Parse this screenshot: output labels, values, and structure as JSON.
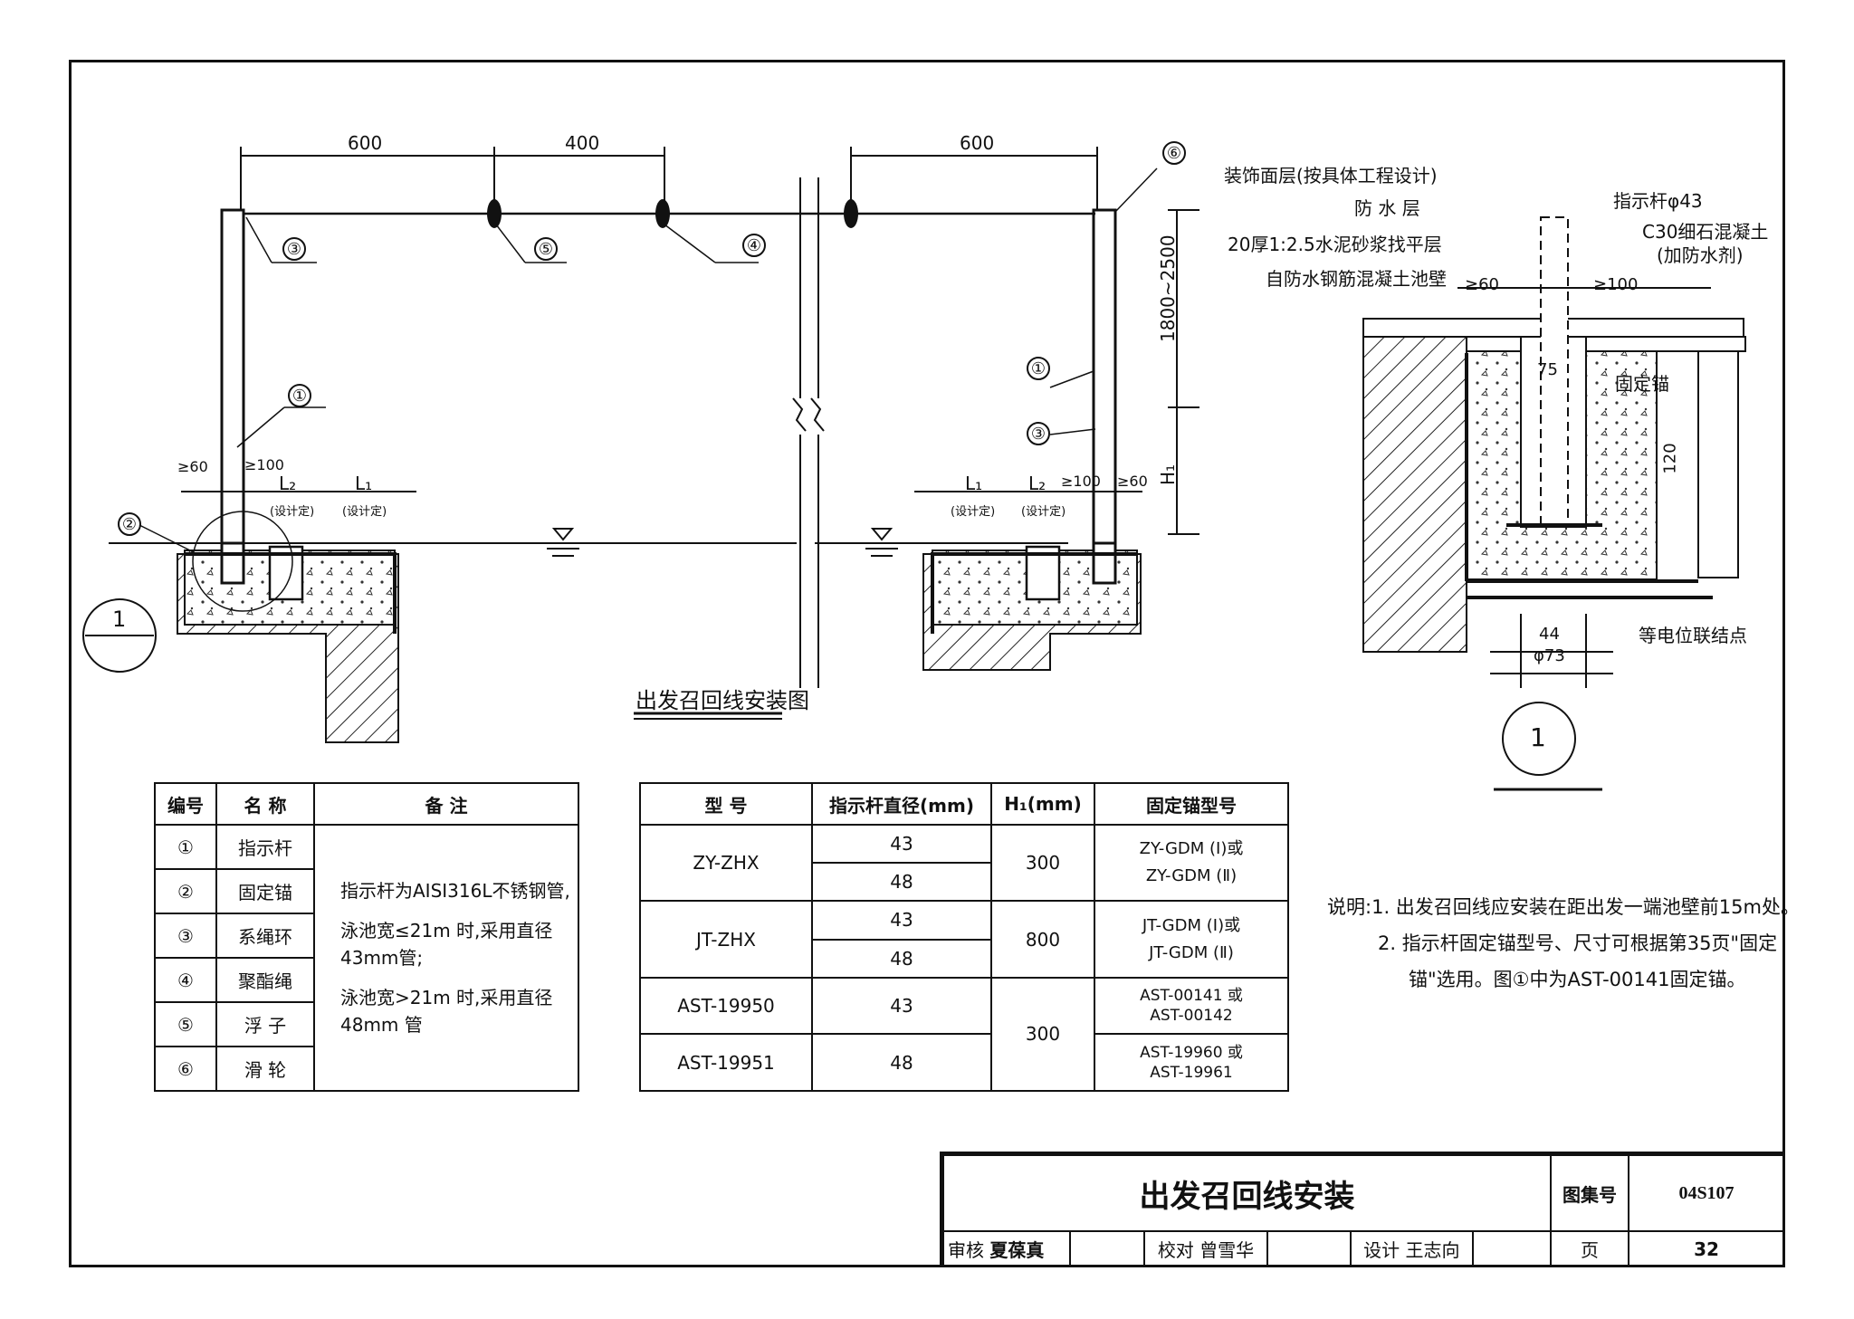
{
  "dims": {
    "span_600_left": "600",
    "span_400": "400",
    "span_600_right": "600",
    "min_60_left": "≥60",
    "min_100_left": "≥100",
    "l2_left": "L₂",
    "l1_left": "L₁",
    "design_left_1": "(设计定)",
    "design_left_2": "(设计定)",
    "l1_right": "L₁",
    "l2_right": "L₂",
    "min_100_right": "≥100",
    "min_60_right": "≥60",
    "design_right_1": "(设计定)",
    "design_right_2": "(设计定)",
    "height_range": "1800~2500",
    "h1": "H₁"
  },
  "callouts": [
    "③",
    "⑤",
    "④",
    "①",
    "②",
    "⑥",
    "①",
    "③"
  ],
  "section_label": "1",
  "main_caption": "出发召回线安装图",
  "detail": {
    "layers": [
      "装饰面层(按具体工程设计)",
      "防 水 层",
      "20厚1:2.5水泥砂浆找平层",
      "自防水钢筋混凝土池壁"
    ],
    "rod": "指示杆φ43",
    "concrete_line1": "C30细石混凝土",
    "concrete_line2": "(加防水剂)",
    "min_60": "≥60",
    "min_100": "≥100",
    "dim_75": "75",
    "dim_120": "120",
    "anchor": "固定锚",
    "dim_44": "44",
    "dim_73": "φ73",
    "bond": "等电位联结点",
    "label": "1"
  },
  "parts_table": {
    "headers": [
      "编号",
      "名 称",
      "备 注"
    ],
    "rows": [
      {
        "no": "①",
        "name": "指示杆"
      },
      {
        "no": "②",
        "name": "固定锚"
      },
      {
        "no": "③",
        "name": "系绳环"
      },
      {
        "no": "④",
        "name": "聚酯绳"
      },
      {
        "no": "⑤",
        "name": "浮 子"
      },
      {
        "no": "⑥",
        "name": "滑 轮"
      }
    ],
    "remark_1": "指示杆为AISI316L不锈钢管,",
    "remark_2": "泳池宽≤21m 时,采用直径",
    "remark_3": "43mm管;",
    "remark_4": "泳池宽>21m 时,采用直径",
    "remark_5": "48mm 管"
  },
  "model_table": {
    "headers": [
      "型 号",
      "指示杆直径(mm)",
      "H₁(mm)",
      "固定锚型号"
    ],
    "zy_model": "ZY-ZHX",
    "zy_d1": "43",
    "zy_d2": "48",
    "zy_h": "300",
    "zy_anchor_1": "ZY-GDM (Ⅰ)或",
    "zy_anchor_2": "ZY-GDM (Ⅱ)",
    "jt_model": "JT-ZHX",
    "jt_d1": "43",
    "jt_d2": "48",
    "jt_h": "800",
    "jt_anchor_1": "JT-GDM (Ⅰ)或",
    "jt_anchor_2": "JT-GDM (Ⅱ)",
    "ast1_model": "AST-19950",
    "ast1_d": "43",
    "ast1_anchor_1": "AST-00141 或",
    "ast1_anchor_2": "AST-00142",
    "ast_h": "300",
    "ast2_model": "AST-19951",
    "ast2_d": "48",
    "ast2_anchor_1": "AST-19960 或",
    "ast2_anchor_2": "AST-19961"
  },
  "notes": {
    "label": "说明:",
    "n1": "1. 出发召回线应安装在距出发一端池壁前15m处。",
    "n2a": "2. 指示杆固定锚型号、尺寸可根据第35页\"固定",
    "n2b": "锚\"选用。图①中为AST-00141固定锚。"
  },
  "title_block": {
    "title": "出发召回线安装",
    "atlas_label": "图集号",
    "atlas_no": "04S107",
    "review_label": "审核",
    "review_name": "夏葆真",
    "check_label": "校对",
    "check_name": "曾雪华",
    "design_label": "设计",
    "design_name": "王志向",
    "page_label": "页",
    "page_no": "32"
  }
}
